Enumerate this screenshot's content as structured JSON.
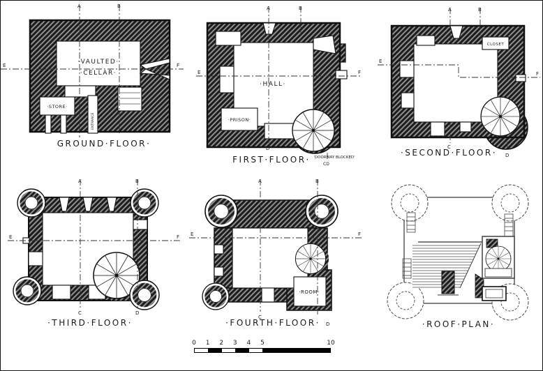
{
  "plans": {
    "ground": {
      "caption": "GROUND·FLOOR·",
      "cellar_line1": "·VAULTED·",
      "cellar_line2": "·CELLAR·",
      "store": "·STORE·",
      "entrance": "ENTRANCE"
    },
    "first": {
      "caption": "FIRST·FLOOR·",
      "hall": "·HALL·",
      "prison": "·PRISON·",
      "note": "'DOORWAY BLOCKED'"
    },
    "second": {
      "caption": "·SECOND·FLOOR·",
      "closet": "CLOSET"
    },
    "third": {
      "caption": "·THIRD·FLOOR·"
    },
    "fourth": {
      "caption": "·FOURTH·FLOOR·",
      "room": "·ROOM·"
    },
    "roof": {
      "caption": "·ROOF·PLAN·"
    }
  },
  "section_letters": {
    "a": "A",
    "b": "B",
    "c": "C",
    "d": "D",
    "e": "E",
    "f": "F",
    "cd": "CD"
  },
  "scale_bar": {
    "ticks": [
      "0",
      "1",
      "2",
      "3",
      "4",
      "5",
      "10"
    ]
  },
  "colors": {
    "ink": "#1a1a1a",
    "paper": "#ffffff"
  }
}
